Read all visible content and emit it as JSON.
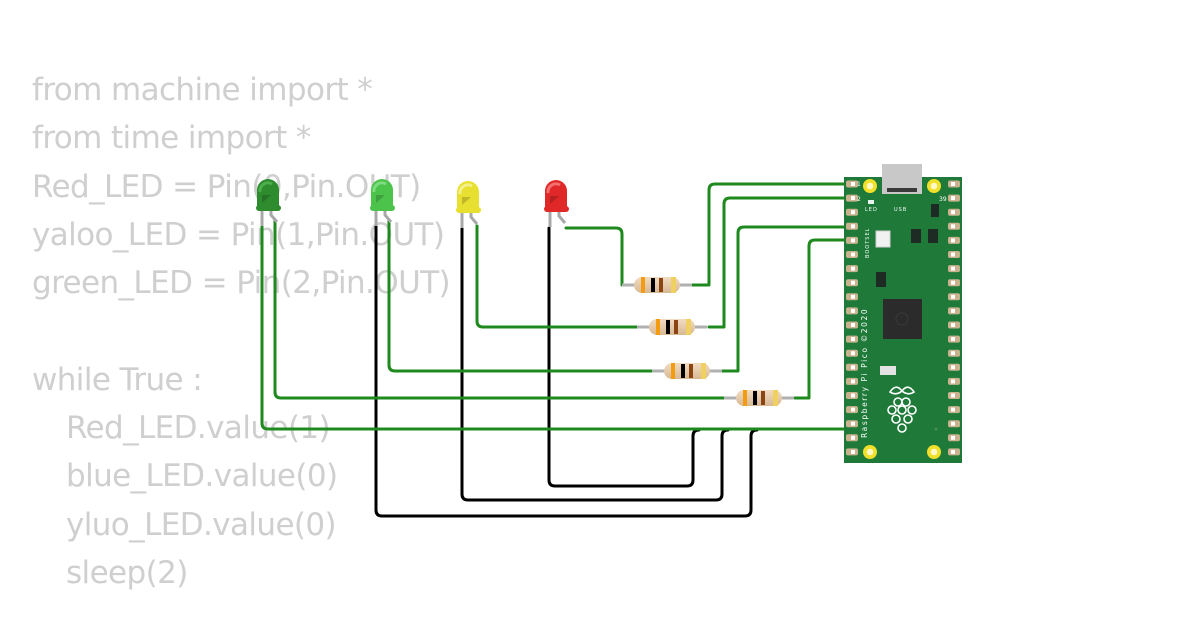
{
  "code": {
    "lines": [
      "from machine import *",
      "from time import *",
      "Red_LED = Pin(0,Pin.OUT)",
      "yaloo_LED = Pin(1,Pin.OUT)",
      "green_LED = Pin(2,Pin.OUT)",
      "",
      "while True :",
      "Red_LED.value(1)",
      "blue_LED.value(0)",
      "yluo_LED.value(0)",
      "sleep(2)"
    ],
    "indented_from_line": 7
  },
  "components": {
    "leds": [
      {
        "id": "led-dark-green",
        "color_name": "dark green",
        "body": "#2e8b2e",
        "highlight": "#4caf4c"
      },
      {
        "id": "led-light-green",
        "color_name": "light green",
        "body": "#4cc44c",
        "highlight": "#7ddc7d"
      },
      {
        "id": "led-yellow",
        "color_name": "yellow",
        "body": "#e8e030",
        "highlight": "#f5f08a"
      },
      {
        "id": "led-red",
        "color_name": "red",
        "body": "#e02828",
        "highlight": "#f27070"
      }
    ],
    "resistors": [
      {
        "id": "resistor-1",
        "bands": [
          "#f39c12",
          "#000000",
          "#8b4513",
          "#f0d060"
        ]
      },
      {
        "id": "resistor-2",
        "bands": [
          "#f39c12",
          "#000000",
          "#8b4513",
          "#f0d060"
        ]
      },
      {
        "id": "resistor-3",
        "bands": [
          "#f39c12",
          "#000000",
          "#8b4513",
          "#f0d060"
        ]
      },
      {
        "id": "resistor-4",
        "bands": [
          "#f39c12",
          "#000000",
          "#8b4513",
          "#f0d060"
        ]
      }
    ],
    "board": {
      "name": "Raspberry Pi Pico ©2020",
      "labels": {
        "usb": "USB",
        "led": "LED",
        "bootsel": "BOOTSEL",
        "pin1": "1",
        "pin2": "2",
        "pin39": "39"
      },
      "board_color": "#1f7a3a"
    }
  },
  "wire_colors": {
    "signal": "#1e8a1e",
    "ground": "#000000"
  }
}
